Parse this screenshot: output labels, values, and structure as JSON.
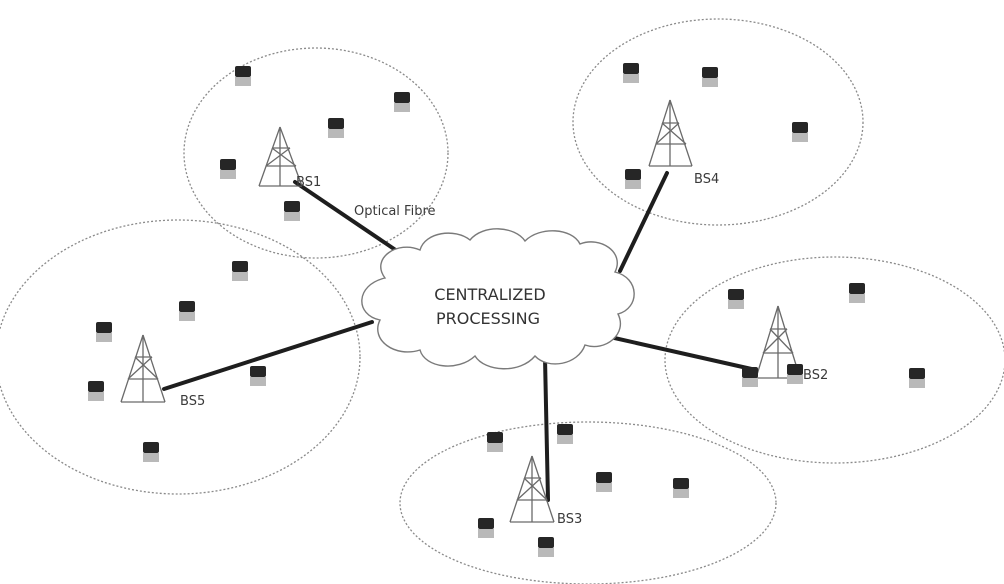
{
  "labels": {
    "bs1": "BS1",
    "bs2": "BS2",
    "bs3": "BS3",
    "bs4": "BS4",
    "bs5": "BS5",
    "optical_fibre": "Optical Fibre",
    "center_line1": "CENTRALIZED",
    "center_line2": "PROCESSING"
  },
  "colors": {
    "link": "#1e1e1e",
    "cell_outline": "#8a8a8a",
    "ue_dark": "#262626",
    "ue_light": "#b9b9b9"
  }
}
